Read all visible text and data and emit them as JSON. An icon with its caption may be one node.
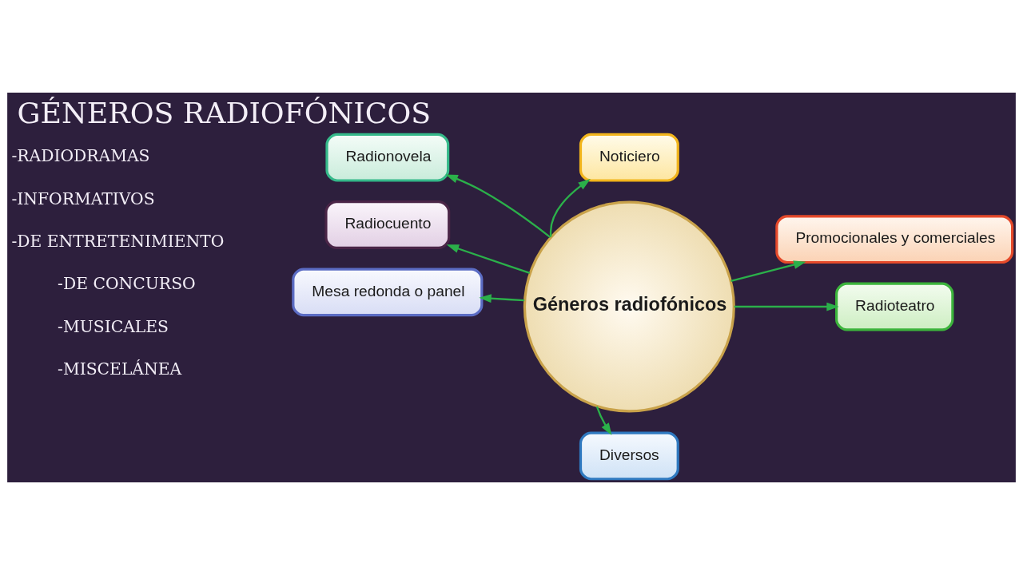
{
  "diagram": {
    "title": "GÉNEROS RADIOFÓNICOS",
    "nodes": [
      {
        "text": [
          "Géneros radiofónicos"
        ]
      },
      {
        "text": [
          "Radionovela"
        ]
      },
      {
        "text": [
          "Noticiero"
        ]
      },
      {
        "text": [
          "Promocionales y comerciales"
        ]
      },
      {
        "text": [
          "Radiocuento"
        ]
      },
      {
        "text": [
          "Radioteatro"
        ]
      },
      {
        "text": [
          "Mesa redonda o panel"
        ]
      },
      {
        "text": [
          "Diversos"
        ]
      }
    ],
    "edges": [
      {
        "from": 0,
        "to": 1,
        "arrow": "to"
      },
      {
        "from": 0,
        "to": 2,
        "arrow": "to"
      },
      {
        "from": 0,
        "to": 3,
        "arrow": "to"
      },
      {
        "from": 0,
        "to": 4,
        "arrow": "to"
      },
      {
        "from": 0,
        "to": 5,
        "arrow": "to"
      },
      {
        "from": 0,
        "to": 6,
        "arrow": "to"
      },
      {
        "from": 0,
        "to": 7,
        "arrow": "to"
      }
    ],
    "labels": [
      "-RADIODRAMAS",
      "-INFORMATIVOS",
      "-DE ENTRETENIMIENTO",
      "-DE CONCURSO",
      "-MUSICALES",
      "-MISCELÁNEA"
    ]
  }
}
